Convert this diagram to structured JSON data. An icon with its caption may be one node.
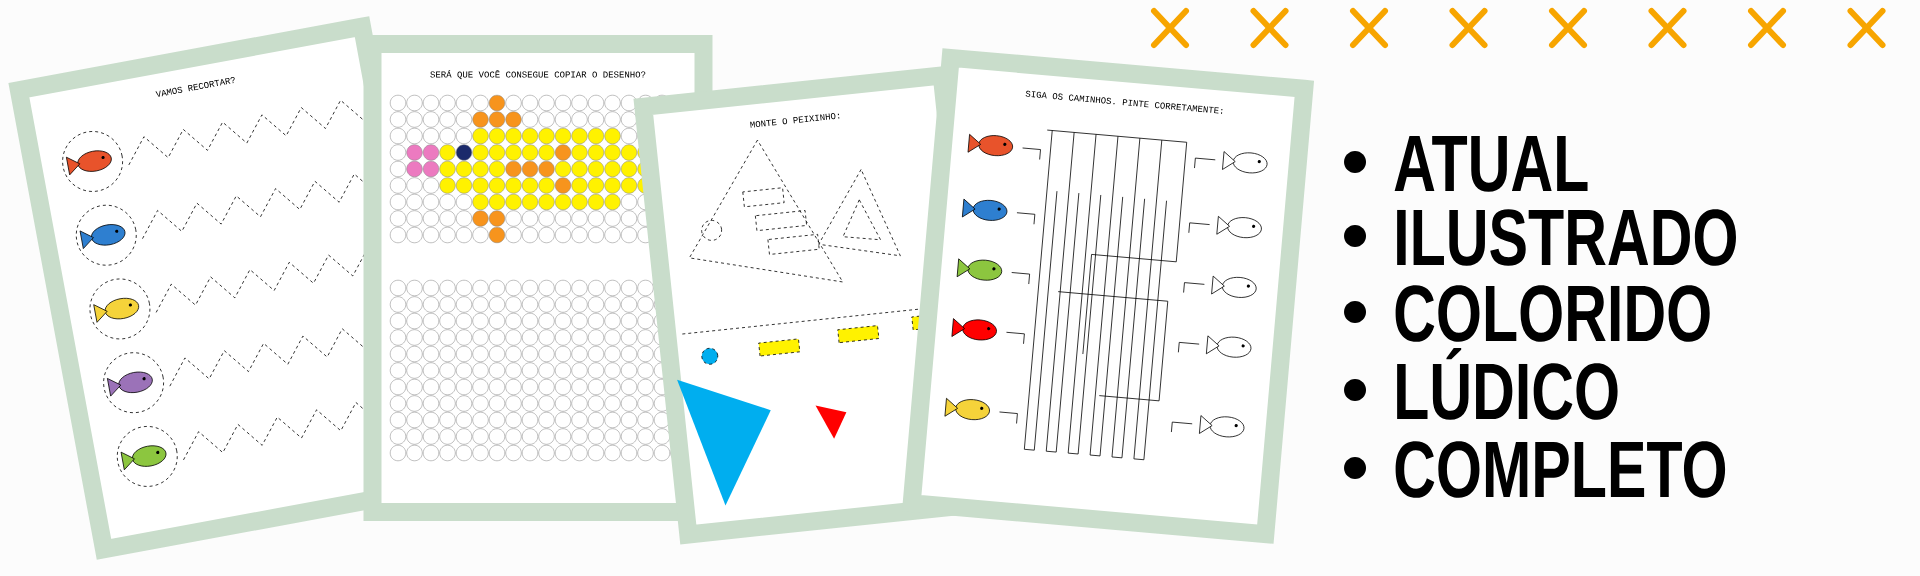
{
  "diagram": {
    "nodes": [
      {
        "text": [
          "VAMOS RECORTAR?"
        ]
      },
      {
        "text": [
          "SERÁ QUE VOCÊ CONSEGUE COPIAR O DESENHO?"
        ]
      },
      {
        "text": [
          "MONTE O PEIXINHO:"
        ]
      },
      {
        "text": [
          "SIGA OS CAMINHOS. PINTE CORRETAMENTE:"
        ]
      }
    ],
    "labels": [
      "ATUAL",
      "ILUSTRADO",
      "COLORIDO",
      "LÚDICO",
      "COMPLETO"
    ]
  }
}
